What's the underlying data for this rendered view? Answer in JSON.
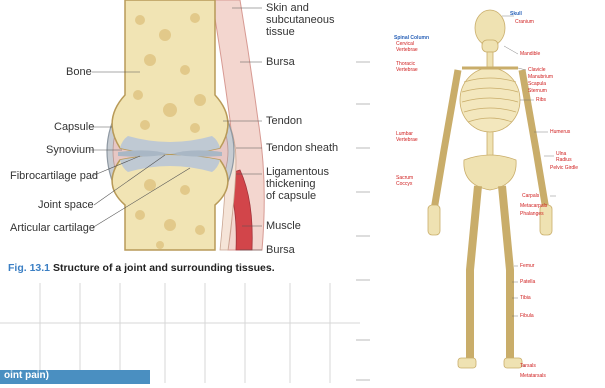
{
  "joint": {
    "labels": {
      "skin": "Skin and\nsubcutaneous\ntissue",
      "bursa_top": "Bursa",
      "bone": "Bone",
      "tendon": "Tendon",
      "capsule": "Capsule",
      "tendon_sheath": "Tendon sheath",
      "synovium": "Synovium",
      "ligamentous": "Ligamentous\nthickening\nof capsule",
      "fibrocartilage": "Fibrocartilage pad",
      "joint_space": "Joint space",
      "muscle": "Muscle",
      "articular": "Articular cartilage",
      "bursa_bottom": "Bursa"
    },
    "caption_fig": "Fig. 13.1",
    "caption_text": "Structure of a joint and surrounding tissues."
  },
  "bottom_tab": "oint pain)",
  "skeleton": {
    "right_labels": [
      "Skull",
      "Cranium",
      "Mandible",
      "Clavicle",
      "Manubrium",
      "Scapula",
      "Sternum",
      "Ribs",
      "Humerus",
      "Ulna",
      "Radius",
      "Pelvic Girdle",
      "Carpals",
      "Metacarpals",
      "Phalanges",
      "Femur",
      "Patella",
      "Tibia",
      "Fibula",
      "Tarsals",
      "Metatarsals"
    ],
    "left_labels": {
      "spinal": "Spinal Column",
      "cervical": "Cervical\nVertebrae",
      "thoracic": "Thoracic\nVertebrae",
      "lumbar": "Lumbar\nVertebrae",
      "sacrum": "Sacrum",
      "coccyx": "Coccyx"
    }
  },
  "colors": {
    "bone": "#f1e4b4",
    "bone_shade": "#e2c98a",
    "cartilage": "#bfc9d3",
    "synovium": "#e7c7c4",
    "muscle": "#d2454a",
    "skin": "#e9a7a3",
    "accent": "#3b7fc4"
  }
}
